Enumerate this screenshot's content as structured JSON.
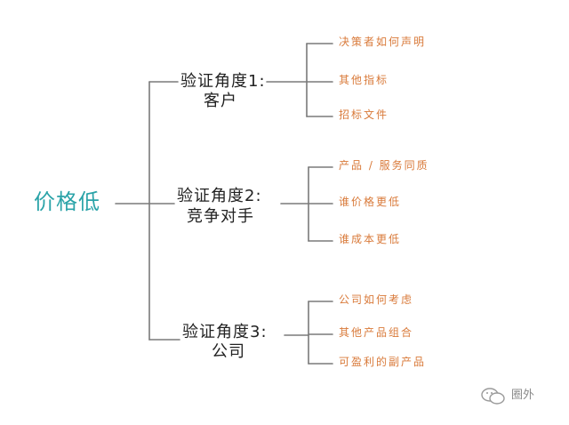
{
  "root": {
    "label": "价格低"
  },
  "branches": [
    {
      "line1": "验证角度1:",
      "line2": "客户",
      "children": [
        "决策者如何声明",
        "其他指标",
        "招标文件"
      ]
    },
    {
      "line1": "验证角度2:",
      "line2": "竞争对手",
      "children": [
        "产品 / 服务同质",
        "谁价格更低",
        "谁成本更低"
      ]
    },
    {
      "line1": "验证角度3:",
      "line2": "公司",
      "children": [
        "公司如何考虑",
        "其他产品组合",
        "可盈利的副产品"
      ]
    }
  ],
  "watermark": {
    "icon": "wechat-icon",
    "text": "圈外"
  },
  "colors": {
    "root": "#2aa3a8",
    "leaf": "#d97a3a",
    "line": "#7a7a7a",
    "mid": "#222222"
  }
}
